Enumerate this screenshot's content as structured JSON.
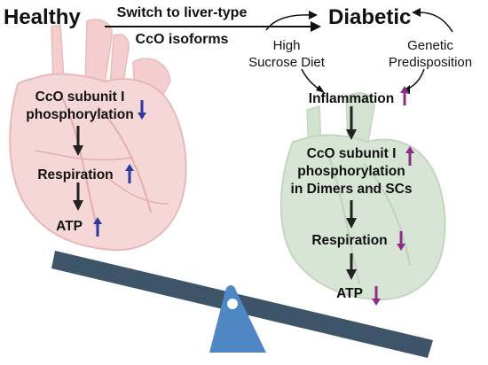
{
  "left": {
    "title": "Healthy",
    "steps": [
      {
        "label": "CcO subunit I\nphosphorylation",
        "arrow": "down"
      },
      {
        "label": "Respiration",
        "arrow": "up"
      },
      {
        "label": "ATP",
        "arrow": "up"
      }
    ]
  },
  "transition": {
    "line1": "Switch to liver-type",
    "line2": "CcO isoforms"
  },
  "right": {
    "title": "Diabetic",
    "causes": [
      "High\nSucrose Diet",
      "Genetic\nPredisposition"
    ],
    "steps": [
      {
        "label": "Inflammation",
        "arrow": "up"
      },
      {
        "label": "CcO subunit I\nphosphorylation\nin Dimers and SCs",
        "arrow": "up"
      },
      {
        "label": "Respiration",
        "arrow": "down"
      },
      {
        "label": "ATP",
        "arrow": "down"
      }
    ]
  },
  "colors": {
    "healthy_arrow": "#2b3a9e",
    "diabetic_arrow": "#8e2c86",
    "healthy_heart": "#f6d2d2",
    "diabetic_heart": "#d3e3d0",
    "seesaw_plank": "#3e5468",
    "fulcrum": "#4f87c4"
  },
  "icons": [
    "healthy-heart-icon",
    "diabetic-heart-icon",
    "seesaw-plank-icon",
    "fulcrum-icon"
  ]
}
